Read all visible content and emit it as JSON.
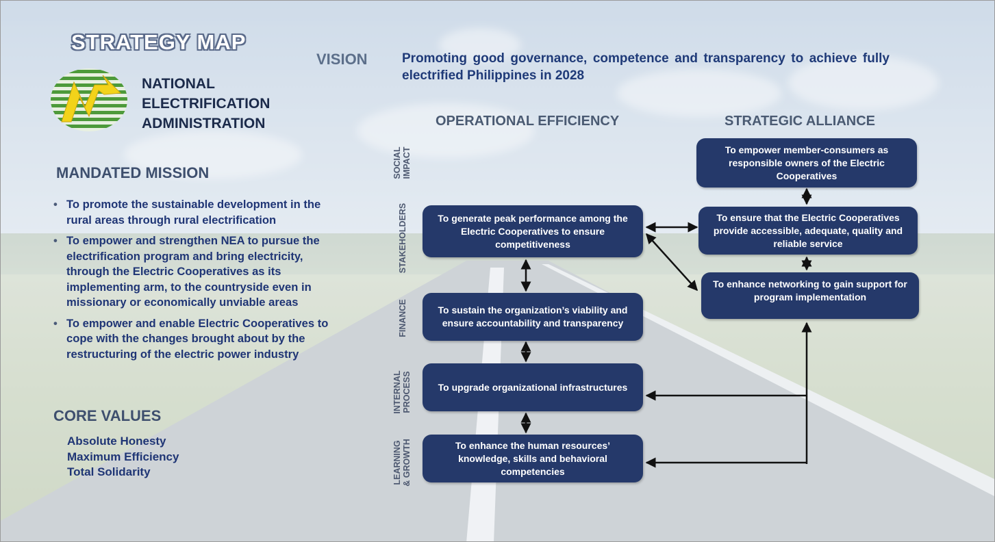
{
  "header": {
    "slide_title": "STRATEGY MAP",
    "org_name_lines": [
      "NATIONAL",
      "ELECTRIFICATION",
      "ADMINISTRATION"
    ],
    "vision_label": "VISION",
    "vision_text": "Promoting good governance, competence and transparency to achieve fully electrified Philippines in 2028"
  },
  "mission": {
    "title": "MANDATED MISSION",
    "bullet": "•",
    "items": [
      "To promote the sustainable development in the rural areas through rural electrification",
      "To empower and strengthen NEA to pursue the electrification program and bring electricity, through the Electric Cooperatives as its implementing arm, to the countryside even in missionary or economically unviable areas",
      "To empower and enable Electric Cooperatives to cope with the changes brought about by the restructuring of the electric power industry"
    ]
  },
  "core_values": {
    "title": "CORE VALUES",
    "items": [
      "Absolute Honesty",
      "Maximum Efficiency",
      "Total Solidarity"
    ]
  },
  "columns": {
    "operational": "OPERATIONAL EFFICIENCY",
    "strategic": "STRATEGIC ALLIANCE"
  },
  "perspectives": {
    "social": [
      "SOCIAL",
      "IMPACT"
    ],
    "stakeholders": [
      "STAKEHOLDERS"
    ],
    "finance": [
      "FINANCE"
    ],
    "internal": [
      "INTERNAL",
      "PROCESS"
    ],
    "learning": [
      "LEARNING",
      "& GROWTH"
    ]
  },
  "objectives": {
    "empower_consumers": "To empower member-consumers as responsible owners of the Electric Cooperatives",
    "peak_performance": "To generate peak performance among the Electric Cooperatives to ensure competitiveness",
    "accessible_service": "To ensure that the Electric Cooperatives provide accessible, adequate, quality and reliable service",
    "networking": "To enhance networking to gain support for program implementation",
    "viability": "To sustain the organization’s viability and ensure  accountability and transparency",
    "infrastructure": "To upgrade organizational infrastructures",
    "human_resources": "To enhance the human resources’ knowledge, skills and behavioral competencies"
  },
  "colors": {
    "box_fill": "#25396a",
    "vision_text": "#1f3a78",
    "mission_text": "#1f3575",
    "arrow": "#111111"
  },
  "icons": {
    "logo": "nea-lightning-logo"
  }
}
